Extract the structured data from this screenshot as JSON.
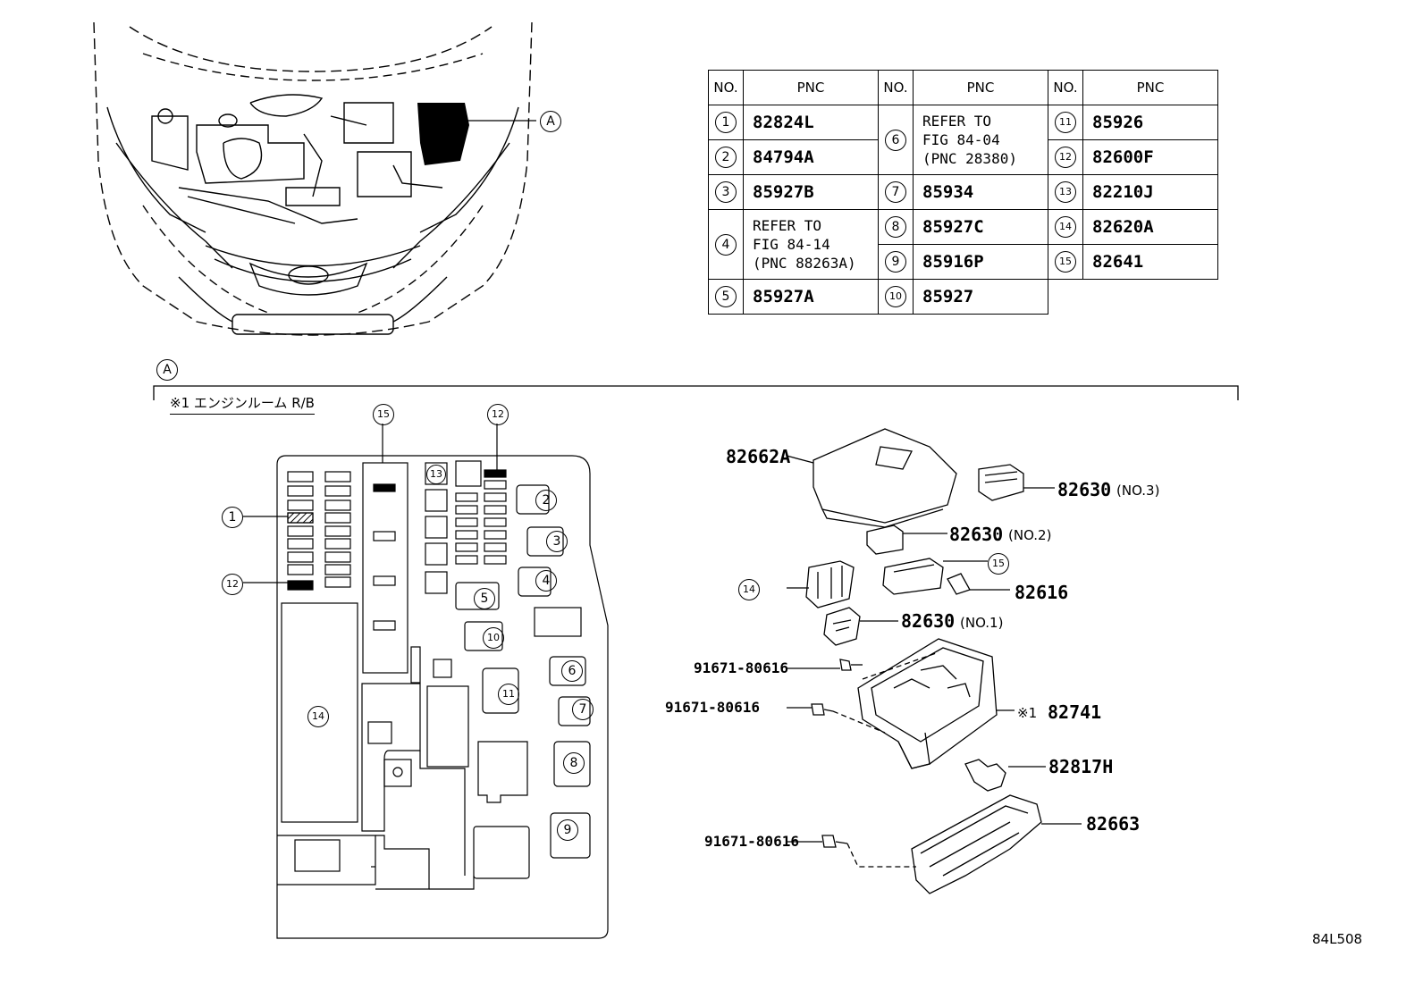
{
  "table": {
    "header": {
      "no": "NO.",
      "pnc": "PNC"
    },
    "rows": [
      {
        "no": "1",
        "pnc": "82824L"
      },
      {
        "no": "2",
        "pnc": "84794A"
      },
      {
        "no": "3",
        "pnc": "85927B"
      },
      {
        "no": "4",
        "pnc": "REFER TO\nFIG 84-14\n(PNC 88263A)"
      },
      {
        "no": "5",
        "pnc": "85927A"
      },
      {
        "no": "6",
        "pnc": "REFER TO\nFIG 84-04\n(PNC 28380)"
      },
      {
        "no": "7",
        "pnc": "85934"
      },
      {
        "no": "8",
        "pnc": "85927C"
      },
      {
        "no": "9",
        "pnc": "85916P"
      },
      {
        "no": "10",
        "pnc": "85927"
      },
      {
        "no": "11",
        "pnc": "85926"
      },
      {
        "no": "12",
        "pnc": "82600F"
      },
      {
        "no": "13",
        "pnc": "82210J"
      },
      {
        "no": "14",
        "pnc": "82620A"
      },
      {
        "no": "15",
        "pnc": "82641"
      }
    ]
  },
  "view_marker": "A",
  "section_title": "※1 エンジンルーム R/B",
  "fuse_box_callouts": [
    "1",
    "2",
    "3",
    "4",
    "5",
    "6",
    "7",
    "8",
    "9",
    "10",
    "11",
    "12",
    "13",
    "14",
    "15"
  ],
  "exploded": {
    "cover": "82662A",
    "block_no3": "82630",
    "block_no3_note": "(NO.3)",
    "block_no2": "82630",
    "block_no2_note": "(NO.2)",
    "callout_15": "15",
    "callout_14": "14",
    "clip": "82616",
    "block_no1": "82630",
    "block_no1_note": "(NO.1)",
    "bolt_1": "91671-80616",
    "bolt_2": "91671-80616",
    "bolt_3": "91671-80616",
    "housing_mark": "※1",
    "housing": "82741",
    "bracket": "82817H",
    "lower_cover": "82663"
  },
  "figure_code": "84L508"
}
